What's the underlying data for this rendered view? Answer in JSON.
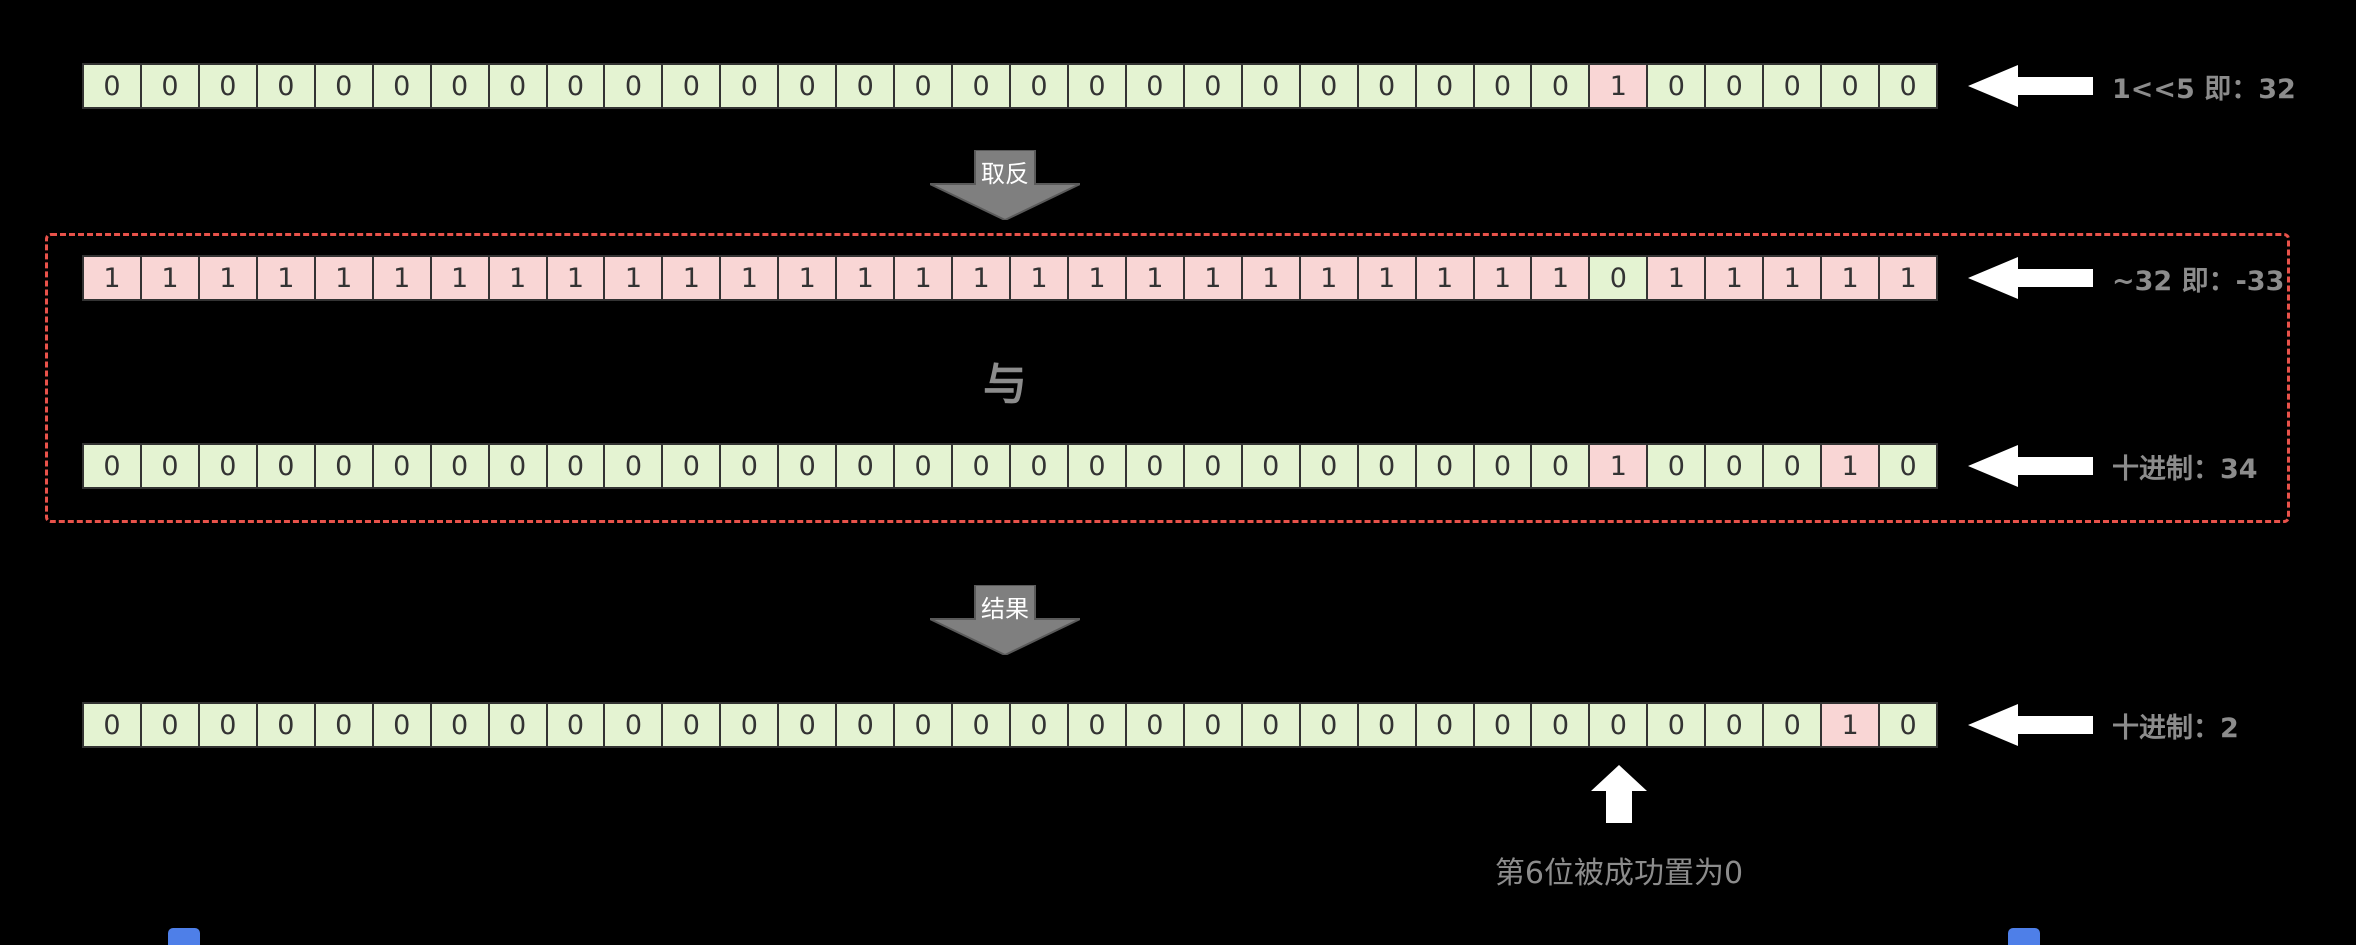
{
  "diagram": {
    "bit_count": 32,
    "rows": [
      {
        "name": "shift-row",
        "bits": "00000000000000000000000000100000",
        "base": "green",
        "highlight": "pink",
        "highlight_indices": [
          26
        ],
        "label": "1<<5 即：32"
      },
      {
        "name": "invert-row",
        "bits": "11111111111111111111111111011111",
        "base": "pink",
        "highlight": "green",
        "highlight_indices": [
          26
        ],
        "label": "~32 即：-33"
      },
      {
        "name": "operand-row",
        "bits": "00000000000000000000000000100010",
        "base": "green",
        "highlight": "pink",
        "highlight_indices": [
          26,
          30
        ],
        "label": "十进制：34"
      },
      {
        "name": "result-row",
        "bits": "00000000000000000000000000000010",
        "base": "green",
        "highlight": "pink",
        "highlight_indices": [
          30
        ],
        "label": "十进制：2"
      }
    ],
    "operators": {
      "invert": "取反",
      "and": "与",
      "result": "结果"
    },
    "annotation": {
      "text": "第6位被成功置为0",
      "points_to_bit_index": 26
    }
  },
  "colors": {
    "background": "#000000",
    "cell_green": "#e4f3d2",
    "cell_pink": "#f9d6d5",
    "cell_border": "#333333",
    "cell_text": "#333333",
    "label_gray": "#8c8c8c",
    "arrow_gray": "#7f7f7f",
    "arrow_gray_stroke": "#5a5a5a",
    "arrow_white": "#ffffff",
    "dashed_red": "#e8524a",
    "corner_blue": "#4e7fe8"
  }
}
